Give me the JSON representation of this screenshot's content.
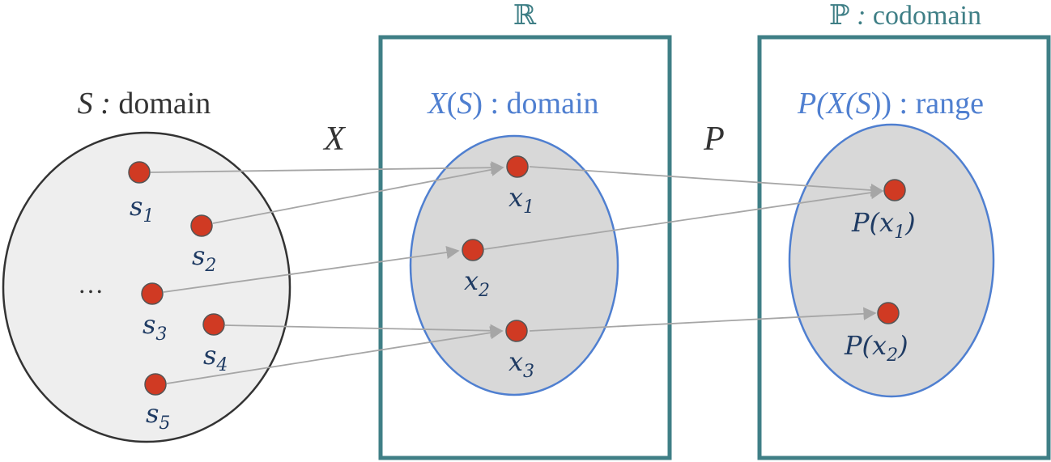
{
  "colors": {
    "box_stroke": "#3f7f86",
    "blue_stroke": "#4f7fd0",
    "blue_text": "#4f7fd0",
    "teal_text": "#3f7f86",
    "dark_text": "#333333",
    "point_fill": "#d03a23",
    "point_stroke": "#555555",
    "arrow": "#a6a6a6",
    "domain_fill": "#eeeeee",
    "inner_fill": "#d8d8d8",
    "math_text": "#1f3b63"
  },
  "labels": {
    "real_set": "ℝ",
    "prob_set_symbol": "ℙ",
    "prob_set_sep": " : ",
    "prob_set_word": "codomain",
    "s_domain_symbol": "S",
    "s_domain_sep": " : ",
    "s_domain_word": "domain",
    "xs_domain_symbol": "X",
    "xs_domain_open": "(",
    "xs_domain_inner": "S",
    "xs_domain_close": ")",
    "xs_domain_rest": " : domain",
    "pxs_range_symbol": "P(X(",
    "pxs_range_inner": "S",
    "pxs_range_close": "))",
    "pxs_range_rest": " : range",
    "map_x": "X",
    "map_p": "P",
    "ellipsis": "…"
  },
  "points": {
    "s1": {
      "base": "s",
      "sub": "1"
    },
    "s2": {
      "base": "s",
      "sub": "2"
    },
    "s3": {
      "base": "s",
      "sub": "3"
    },
    "s4": {
      "base": "s",
      "sub": "4"
    },
    "s5": {
      "base": "s",
      "sub": "5"
    },
    "x1": {
      "base": "x",
      "sub": "1"
    },
    "x2": {
      "base": "x",
      "sub": "2"
    },
    "x3": {
      "base": "x",
      "sub": "3"
    },
    "p1": {
      "pre": "P(",
      "base": "x",
      "sub": "1",
      "post": ")"
    },
    "p2": {
      "pre": "P(",
      "base": "x",
      "sub": "2",
      "post": ")"
    }
  }
}
